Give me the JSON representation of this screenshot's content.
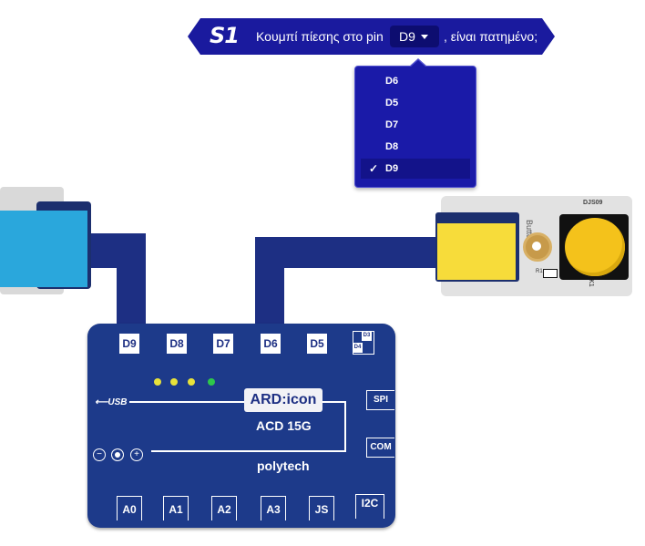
{
  "block": {
    "badge": "S1",
    "text_before": "Κουμπί πίεσης στο pin",
    "selected_pin": "D9",
    "text_after": ", είναι πατημένο;"
  },
  "dropdown": {
    "options": [
      {
        "label": "D6",
        "selected": false
      },
      {
        "label": "D5",
        "selected": false
      },
      {
        "label": "D7",
        "selected": false
      },
      {
        "label": "D8",
        "selected": false
      },
      {
        "label": "D9",
        "selected": true
      }
    ],
    "checkmark": "✓"
  },
  "board": {
    "top_ports": [
      "D9",
      "D8",
      "D7",
      "D6",
      "D5"
    ],
    "small_ports": [
      "D3",
      "D4"
    ],
    "bottom_ports": [
      "A0",
      "A1",
      "A2",
      "A3",
      "JS",
      "I2C"
    ],
    "side_ports": [
      "SPI",
      "COM"
    ],
    "brand": "ARD:icon",
    "model": "ACD 15G",
    "maker": "polytech",
    "usb_label": "USB"
  },
  "module": {
    "label": "Button",
    "code": "DJS09",
    "k1_label": "K1",
    "r1_label": "R1"
  },
  "colors": {
    "block": "#1a1a9e",
    "board": "#1d3a8a",
    "wire": "#1d2f83",
    "button_cap": "#f4c21b",
    "sensor": "#2aa7dc"
  }
}
